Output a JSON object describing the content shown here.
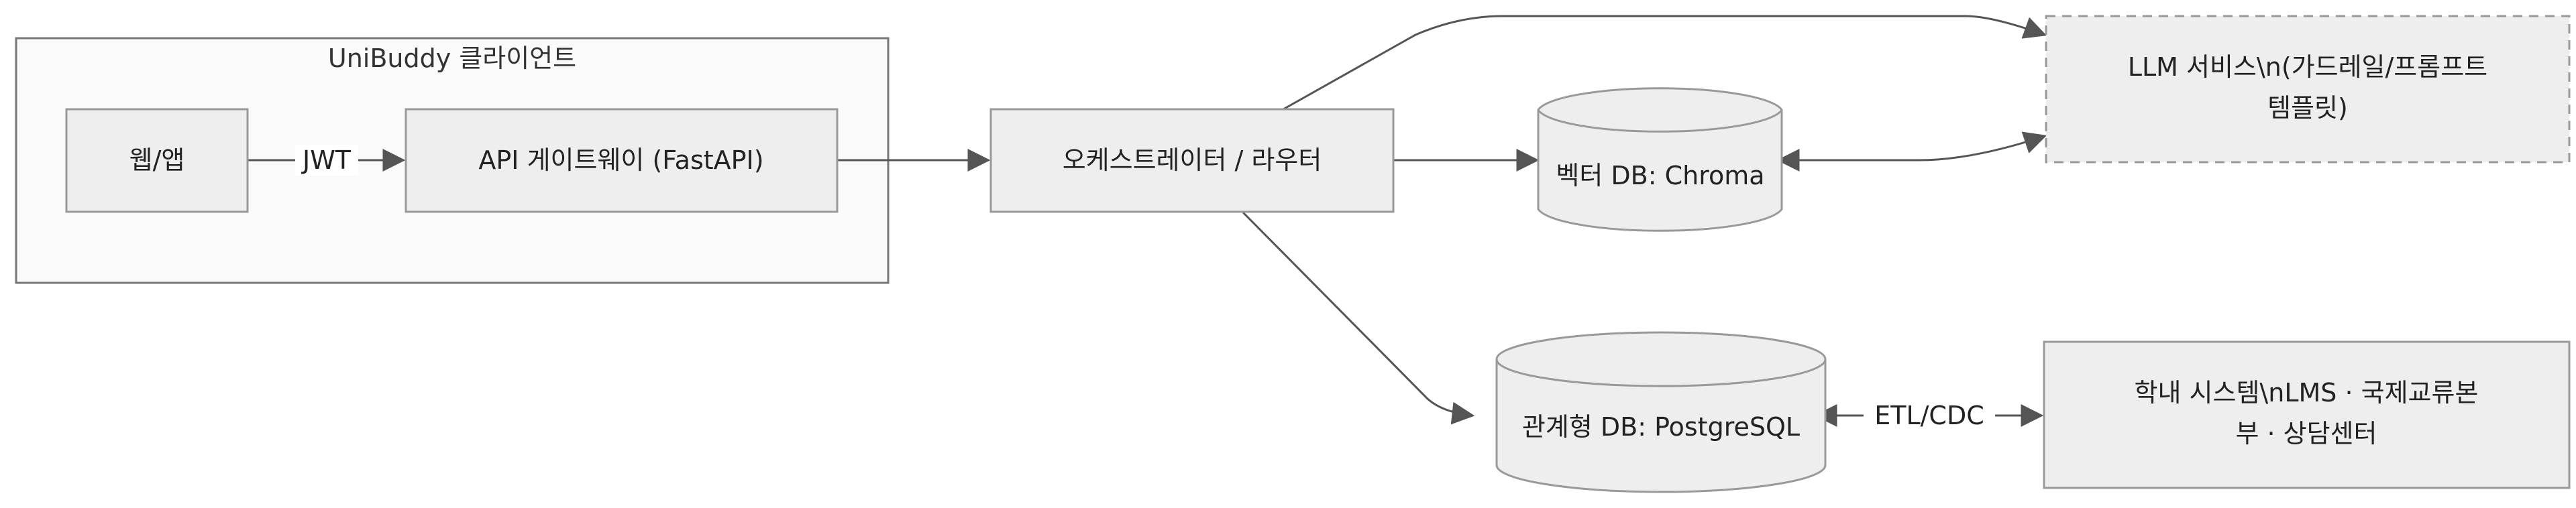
{
  "diagram": {
    "group_client": {
      "title": "UniBuddy 클라이언트"
    },
    "nodes": {
      "web_app": "웹/앱",
      "api_gateway": "API 게이트웨이 (FastAPI)",
      "orchestrator": "오케스트레이터 / 라우터",
      "vector_db": "벡터 DB: Chroma",
      "llm_service": {
        "line1": "LLM 서비스\\n(가드레일/프롬프트",
        "line2": "템플릿)"
      },
      "relational_db": "관계형 DB: PostgreSQL",
      "campus_systems": {
        "line1": "학내 시스템\\nLMS · 국제교류본",
        "line2": "부 · 상담센터"
      }
    },
    "edges": {
      "web_to_api": "JWT",
      "rdb_to_campus": "ETL/CDC"
    }
  },
  "colors": {
    "node_fill": "#eeeeee",
    "node_stroke": "#999999",
    "group_fill": "#fafafa",
    "edge": "#555555"
  }
}
